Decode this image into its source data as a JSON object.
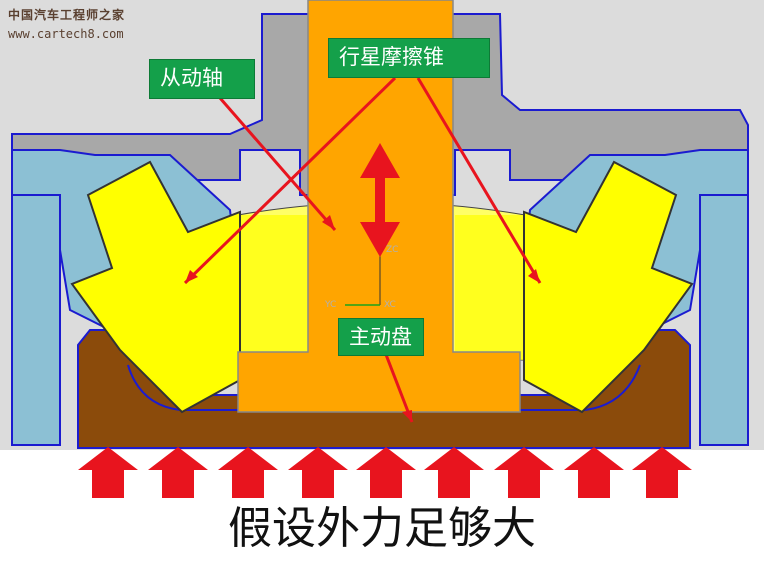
{
  "watermark": {
    "site_name": "中国汽车工程师之家",
    "url": "www.cartech8.com"
  },
  "labels": {
    "driven_shaft": "从动轴",
    "planet_cone": "行星摩擦锥",
    "drive_disk": "主动盘"
  },
  "axis_labels": {
    "zc": "ZC",
    "yc": "YC",
    "xc": "XC"
  },
  "caption": "假设外力足够大",
  "colors": {
    "housing_gray": "#a8a8a8",
    "cone_yellow": "#ffff00",
    "shaft_orange": "#ffa500",
    "disk_brown": "#8b4b0b",
    "race_blue": "#8cc0d4",
    "arrow_red": "#e8141e",
    "label_green": "#14a04a",
    "outline_blue": "#1b1bd0"
  }
}
